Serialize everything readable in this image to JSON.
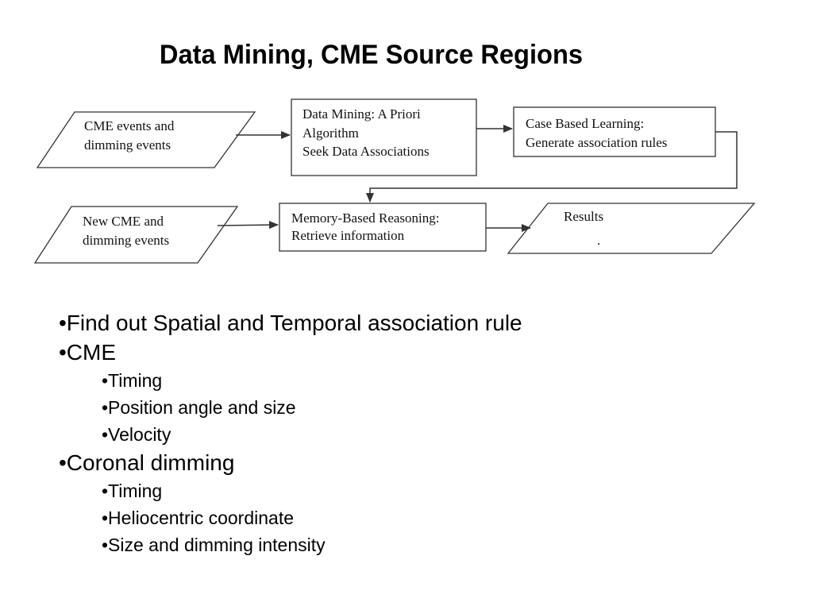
{
  "title": "Data Mining, CME Source Regions",
  "diagram": {
    "nodes": {
      "cme_events": [
        "CME events and",
        "dimming events"
      ],
      "data_mining": [
        "Data Mining: A Priori",
        "Algorithm",
        "Seek Data Associations"
      ],
      "case_based": [
        "Case Based Learning:",
        "Generate association rules"
      ],
      "new_cme": [
        "New CME and",
        "dimming events"
      ],
      "memory_based": [
        "Memory-Based Reasoning:",
        "Retrieve information"
      ],
      "results": [
        "Results",
        "."
      ]
    }
  },
  "bullets": [
    {
      "text": "•Find out Spatial and Temporal association rule",
      "children": []
    },
    {
      "text": "•CME",
      "children": [
        "•Timing",
        "•Position angle and size",
        "•Velocity"
      ]
    },
    {
      "text": "•Coronal dimming",
      "children": [
        "•Timing",
        "•Heliocentric coordinate",
        "•Size and dimming intensity"
      ]
    }
  ]
}
